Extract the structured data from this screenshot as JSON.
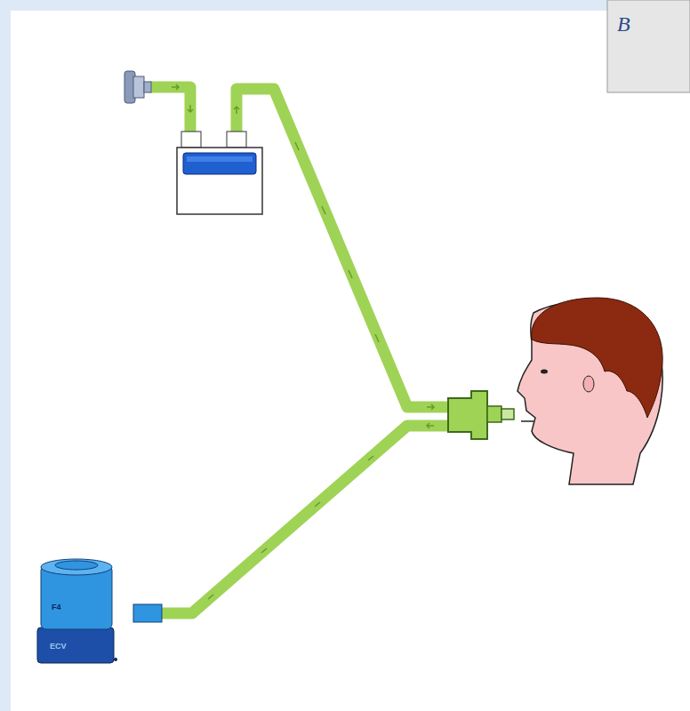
{
  "diagram": {
    "nodes": [
      {
        "text": [
          "F4",
          "ECV"
        ]
      }
    ],
    "labels": [
      "B"
    ]
  }
}
